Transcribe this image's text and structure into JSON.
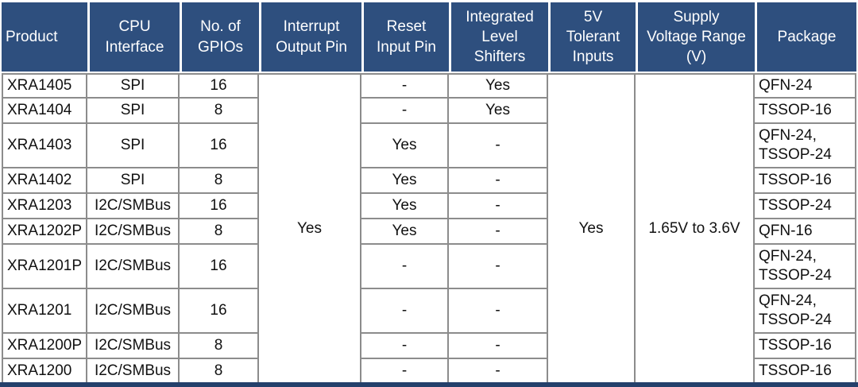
{
  "table": {
    "title_semantic": "XRA GPIO expander product selection table",
    "headers": [
      "Product",
      "CPU\nInterface",
      "No. of\nGPIOs",
      "Interrupt\nOutput Pin",
      "Reset\nInput Pin",
      "Integrated\nLevel\nShifters",
      "5V\nTolerant\nInputs",
      "Supply\nVoltage Range\n(V)",
      "Package"
    ],
    "merged_columns": {
      "interrupt_output_pin": "Yes",
      "five_v_tolerant_inputs": "Yes",
      "supply_voltage_range": "1.65V to 3.6V"
    },
    "rows": [
      {
        "product": "XRA1405",
        "cpu_interface": "SPI",
        "gpios": "16",
        "reset_input_pin": "-",
        "integrated_level_shifters": "Yes",
        "package": "QFN-24"
      },
      {
        "product": "XRA1404",
        "cpu_interface": "SPI",
        "gpios": "8",
        "reset_input_pin": "-",
        "integrated_level_shifters": "Yes",
        "package": "TSSOP-16"
      },
      {
        "product": "XRA1403",
        "cpu_interface": "SPI",
        "gpios": "16",
        "reset_input_pin": "Yes",
        "integrated_level_shifters": "-",
        "package": "QFN-24,\nTSSOP-24"
      },
      {
        "product": "XRA1402",
        "cpu_interface": "SPI",
        "gpios": "8",
        "reset_input_pin": "Yes",
        "integrated_level_shifters": "-",
        "package": "TSSOP-16"
      },
      {
        "product": "XRA1203",
        "cpu_interface": "I2C/SMBus",
        "gpios": "16",
        "reset_input_pin": "Yes",
        "integrated_level_shifters": "-",
        "package": "TSSOP-24"
      },
      {
        "product": "XRA1202P",
        "cpu_interface": "I2C/SMBus",
        "gpios": "8",
        "reset_input_pin": "Yes",
        "integrated_level_shifters": "-",
        "package": "QFN-16"
      },
      {
        "product": "XRA1201P",
        "cpu_interface": "I2C/SMBus",
        "gpios": "16",
        "reset_input_pin": "-",
        "integrated_level_shifters": "-",
        "package": "QFN-24,\nTSSOP-24"
      },
      {
        "product": "XRA1201",
        "cpu_interface": "I2C/SMBus",
        "gpios": "16",
        "reset_input_pin": "-",
        "integrated_level_shifters": "-",
        "package": "QFN-24,\nTSSOP-24"
      },
      {
        "product": "XRA1200P",
        "cpu_interface": "I2C/SMBus",
        "gpios": "8",
        "reset_input_pin": "-",
        "integrated_level_shifters": "-",
        "package": "TSSOP-16"
      },
      {
        "product": "XRA1200",
        "cpu_interface": "I2C/SMBus",
        "gpios": "8",
        "reset_input_pin": "-",
        "integrated_level_shifters": "-",
        "package": "TSSOP-16"
      }
    ],
    "colors": {
      "header_bg": "#2E4F7E",
      "header_text": "#FFFFFF",
      "grid_border": "#8C8C8C",
      "bottom_bar": "#24406B",
      "body_text": "#111111"
    }
  }
}
